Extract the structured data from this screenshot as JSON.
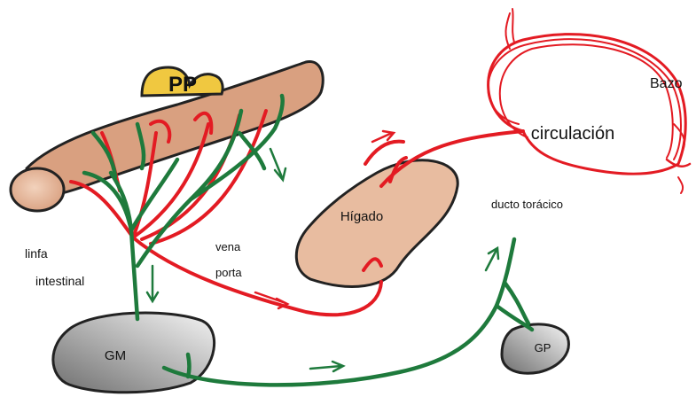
{
  "labels": {
    "pp": "PP",
    "bazo": "Bazo",
    "circulacion": "circulación",
    "higado": "Hígado",
    "ducto_toracico": "ducto torácico",
    "linfa": "linfa",
    "intestinal": "intestinal",
    "vena": "vena",
    "porta": "porta",
    "gm": "GM",
    "gp": "GP"
  },
  "colors": {
    "blood": "#e31b23",
    "lymph": "#1e7a3c",
    "intestine": "#d9a080",
    "liver": "#e8bca0",
    "pp": "#f0c840",
    "node_light": "#f4f4f4",
    "node_dark": "#6e6e6e"
  }
}
